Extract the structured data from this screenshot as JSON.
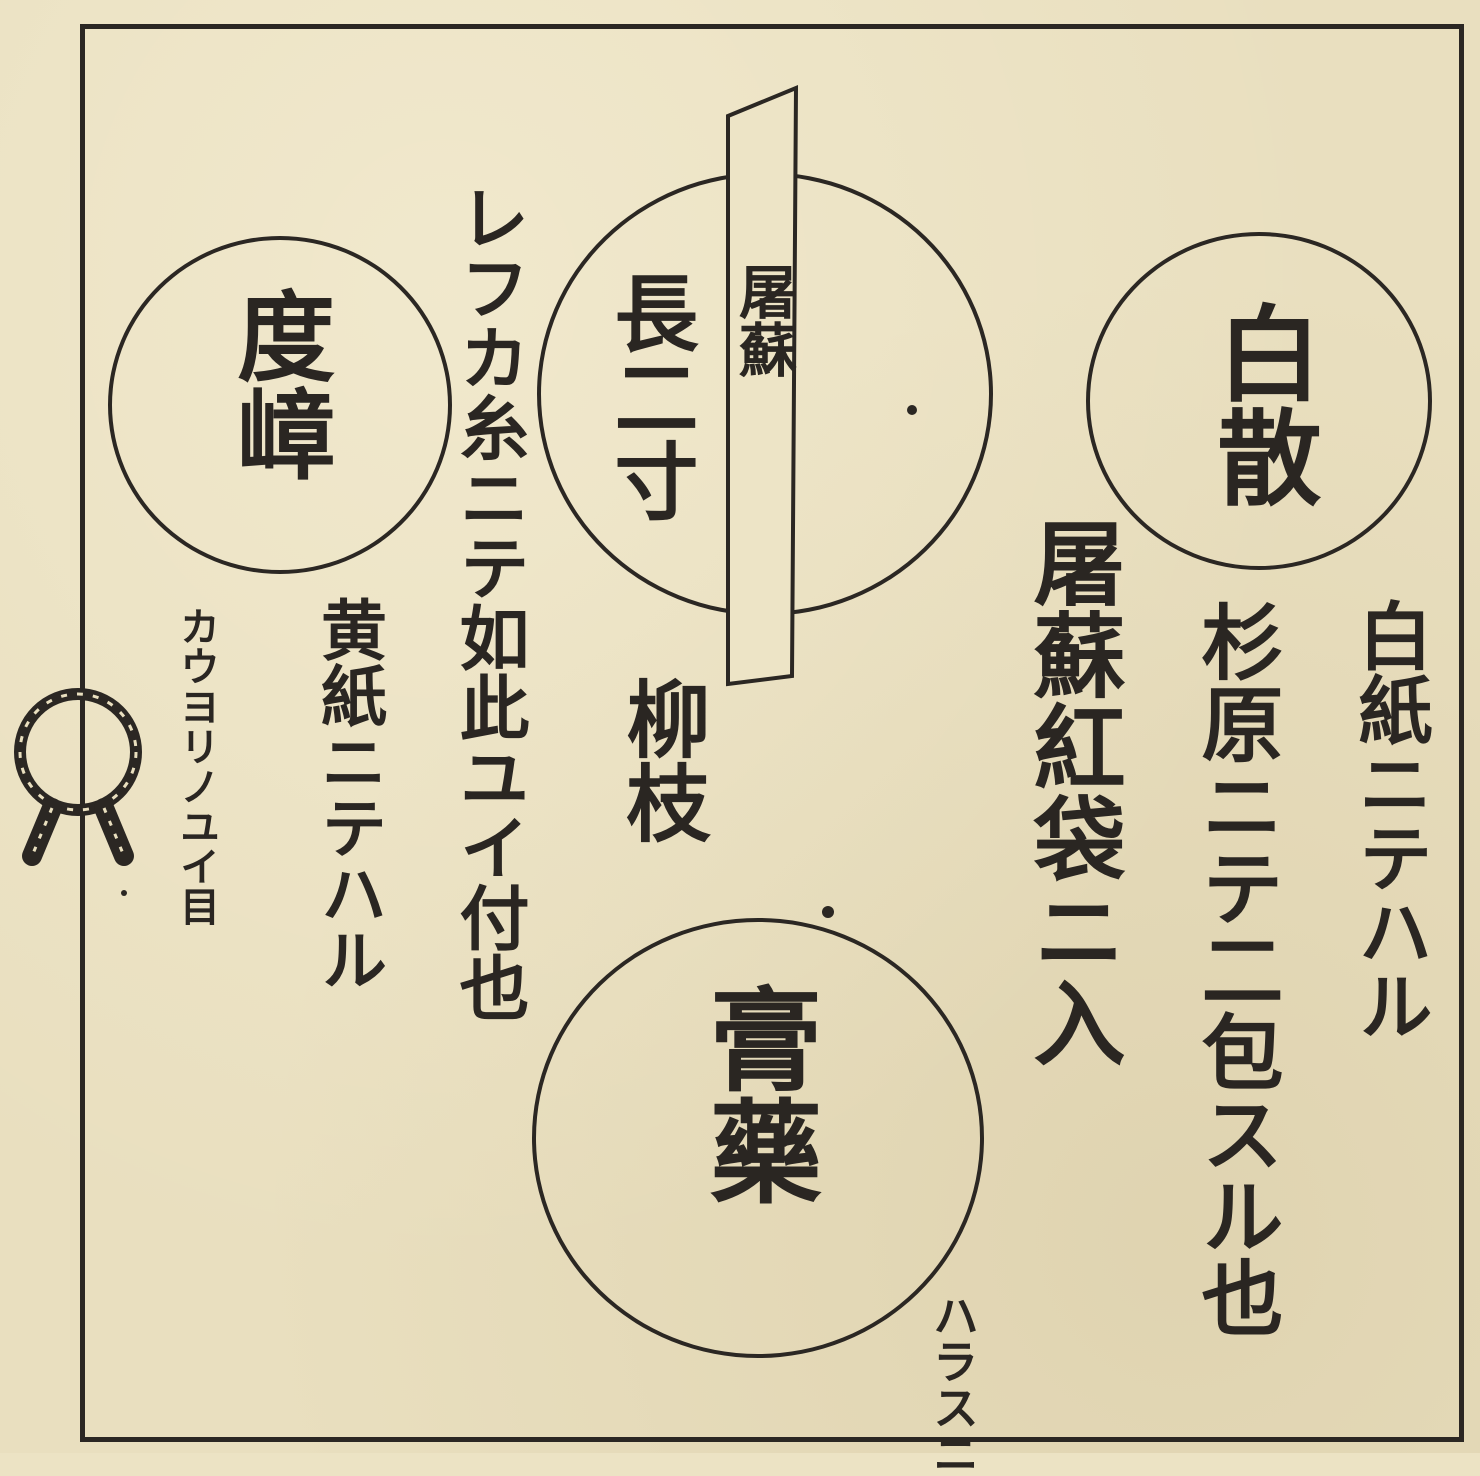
{
  "labels": {
    "bai_san": "白散",
    "bai_san_note": "白紙ニテハル",
    "sugihara_note": "杉原ニテ二包スル也",
    "toso_label": "屠蘇",
    "toso_note": "屠蘇紅袋ニ入",
    "toso_length": "長二寸",
    "yanagi_eda": "柳枝",
    "reika_note": "レフカ糸ニテ如此ユイ付也",
    "do_sho": "度嶂",
    "ki_kami_note": "黄紙ニテハル",
    "kawa_kori_note": "カウヨリノユイ目",
    "ko_yaku": "膏藥",
    "bottom_fragment": "ハラスニ"
  }
}
